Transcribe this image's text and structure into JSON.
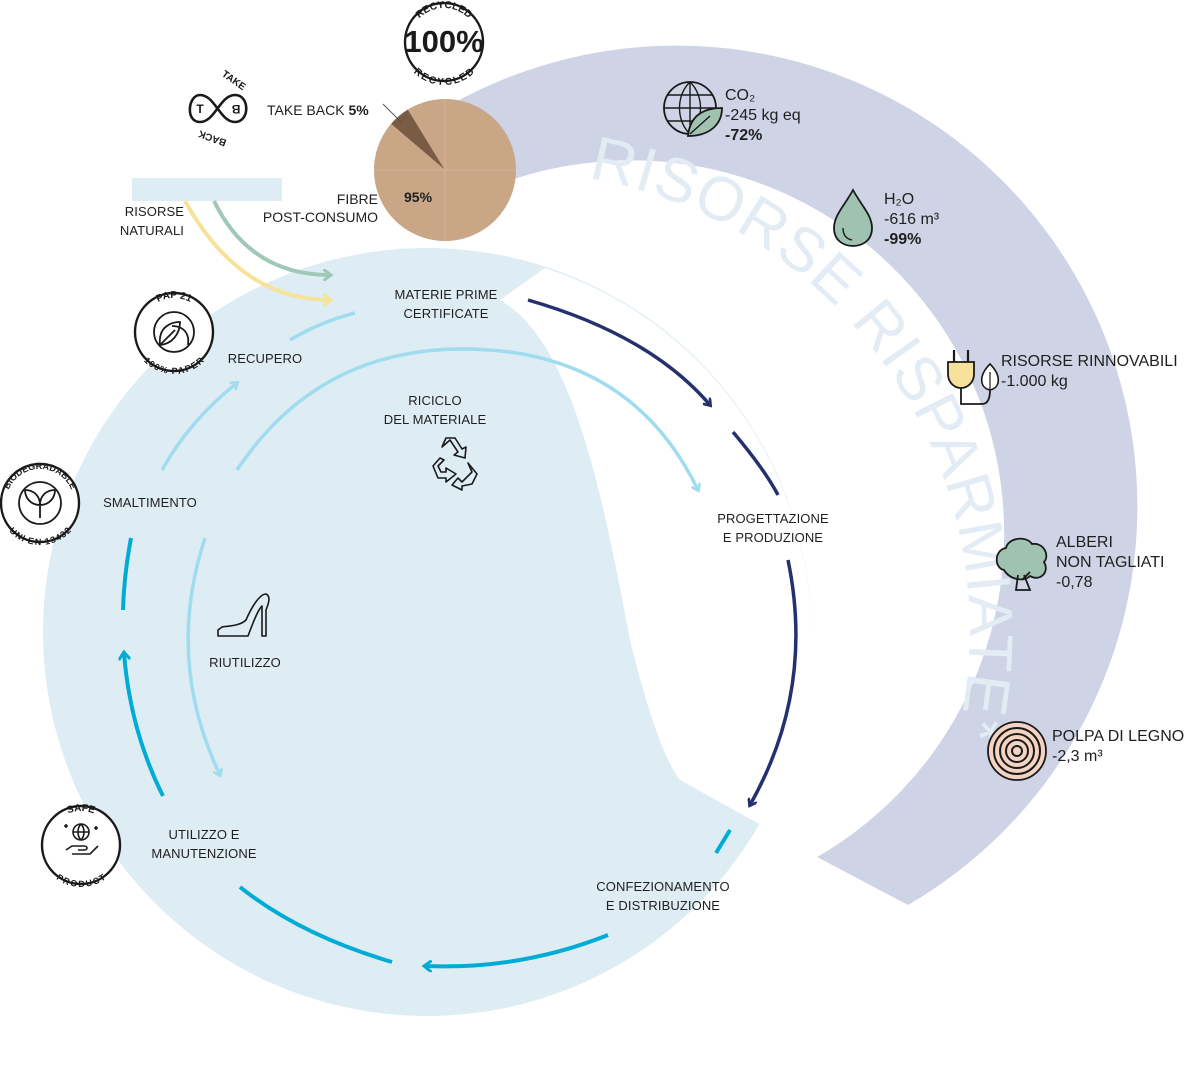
{
  "badges": {
    "recycled": {
      "top": "RECYCLED",
      "center": "100%",
      "bottom": "RECYCLED"
    },
    "takeback": {
      "top": "TAKE",
      "bottom": "BACK",
      "left": "T",
      "right": "B"
    },
    "pap": {
      "top": "PAP 21",
      "bottom": "100% PAPER"
    },
    "biodegradable": {
      "top": "BIODEGRADABLE",
      "bottom": "UNI EN 13432"
    },
    "safe": {
      "top": "SAFE",
      "bottom": "PRODUCT"
    }
  },
  "pie": {
    "takeback_label": "TAKE BACK",
    "takeback_pct": "5%",
    "postconsumer_label_1": "FIBRE",
    "postconsumer_label_2": "POST-CONSUMO",
    "postconsumer_pct": "95%",
    "slices": [
      {
        "name": "TAKE BACK",
        "value": 5,
        "color": "#7a5c44"
      },
      {
        "name": "FIBRE POST-CONSUMO",
        "value": 95,
        "color": "#c8a686"
      }
    ]
  },
  "inputs": {
    "natural_1": "RISORSE",
    "natural_2": "NATURALI"
  },
  "steps": {
    "materie_1": "MATERIE PRIME",
    "materie_2": "CERTIFICATE",
    "progettazione_1": "PROGETTAZIONE",
    "progettazione_2": "E PRODUZIONE",
    "confezionamento_1": "CONFEZIONAMENTO",
    "confezionamento_2": "E DISTRIBUZIONE",
    "utilizzo_1": "UTILIZZO E",
    "utilizzo_2": "MANUTENZIONE",
    "smaltimento": "SMALTIMENTO",
    "recupero": "RECUPERO",
    "riciclo_1": "RICICLO",
    "riciclo_2": "DEL MATERIALE",
    "riutilizzo": "RIUTILIZZO"
  },
  "band_title": "RISORSE RISPARMIATE*",
  "stats": {
    "co2": {
      "label": "CO₂",
      "value": "-245 kg eq",
      "pct": "-72%"
    },
    "h2o": {
      "label": "H₂O",
      "value": "-616 m³",
      "pct": "-99%"
    },
    "renewable": {
      "label": "RISORSE RINNOVABILI",
      "value": "-1.000 kg"
    },
    "trees": {
      "label_1": "ALBERI",
      "label_2": "NON TAGLIATI",
      "value": "-0,78"
    },
    "pulp": {
      "label": "POLPA DI LEGNO",
      "value": "-2,3 m³"
    }
  },
  "colors": {
    "circle_fill": "#deedf3",
    "band": "#cfd3e6",
    "band_text": "#e3ecf4",
    "dark_arrow": "#25306f",
    "mid_arrow": "#00acd5",
    "light_arrow": "#9fdcef",
    "yellow_arrow": "#f6e29a",
    "green_arrow": "#9fc8b6",
    "icon_fill": "#9fc3b0"
  },
  "icons": [
    "globe-leaf-icon",
    "water-drop-icon",
    "plug-leaf-icon",
    "tree-icon",
    "wood-rings-icon",
    "recycle-icon",
    "high-heel-icon",
    "leaf-pair-icon",
    "sprout-icon",
    "hand-globe-icon"
  ]
}
